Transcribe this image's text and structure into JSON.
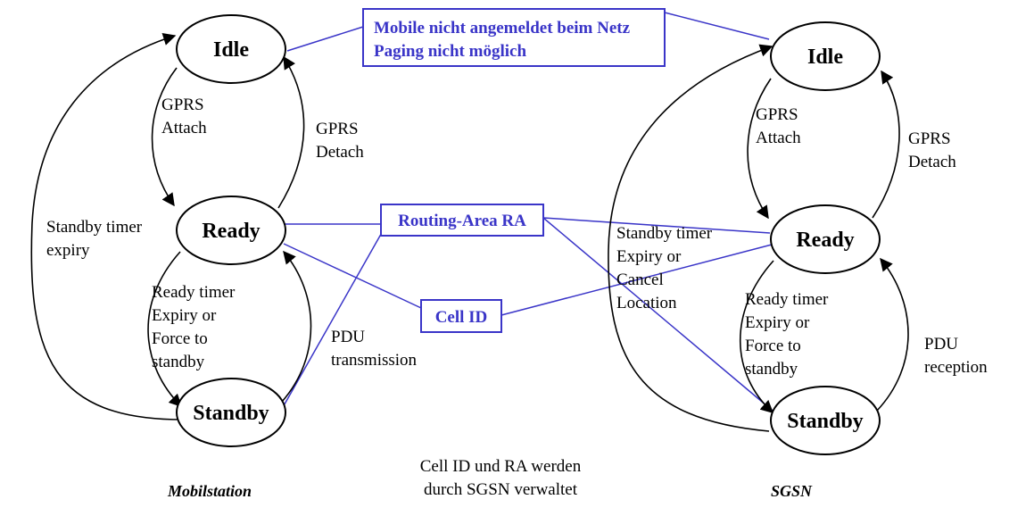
{
  "colors": {
    "annotation": "#3a35c8",
    "state": "#000000"
  },
  "mobilstation": {
    "title": "Mobilstation",
    "states": {
      "idle": "Idle",
      "ready": "Ready",
      "standby": "Standby"
    },
    "attach": [
      "GPRS",
      "Attach"
    ],
    "detach": [
      "GPRS",
      "Detach"
    ],
    "standby_timer": [
      "Standby timer",
      "expiry"
    ],
    "ready_timer": [
      "Ready timer",
      "Expiry or",
      "Force to",
      "standby"
    ],
    "pdu": [
      "PDU",
      "transmission"
    ]
  },
  "sgsn": {
    "title": "SGSN",
    "states": {
      "idle": "Idle",
      "ready": "Ready",
      "standby": "Standby"
    },
    "attach": [
      "GPRS",
      "Attach"
    ],
    "detach": [
      "GPRS",
      "Detach"
    ],
    "standby_timer": [
      "Standby timer",
      "Expiry or",
      "Cancel",
      "Location"
    ],
    "ready_timer": [
      "Ready timer",
      "Expiry or",
      "Force to",
      "standby"
    ],
    "pdu": [
      "PDU",
      "reception"
    ]
  },
  "annotations": {
    "not_registered": [
      "Mobile nicht angemeldet beim Netz",
      "Paging nicht möglich"
    ],
    "routing_area": "Routing-Area RA",
    "cell_id": "Cell ID",
    "footnote": [
      "Cell ID und RA werden",
      "durch SGSN verwaltet"
    ]
  }
}
